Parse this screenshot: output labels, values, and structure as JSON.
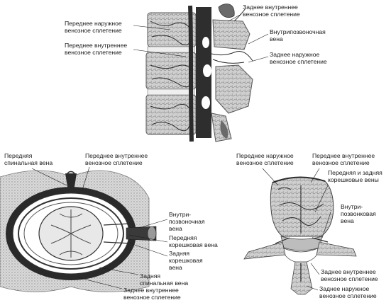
{
  "top_figure": {
    "labels": {
      "anterior_external_plexus_1": [
        "Переднее наружное",
        "венозное сплетение"
      ],
      "anterior_external_plexus_2": [
        "Переднее внутреннее",
        "венозное сплетение"
      ],
      "posterior_internal_plexus": [
        "Заднее внутреннее",
        "венозное сплетение"
      ],
      "intervertebral_vein": [
        "Внутрипозвоночная",
        "вена"
      ],
      "posterior_external_plexus": [
        "Заднее наружное",
        "венозное сплетение"
      ]
    }
  },
  "bottom_left_figure": {
    "labels": {
      "anterior_spinal_vein": [
        "Передняя",
        "спинальная вена"
      ],
      "anterior_internal_plexus": [
        "Переднее внутреннее",
        "венозное сплетение"
      ],
      "intervertebral_vein": [
        "Внутри-",
        "позвоночная",
        "вена"
      ],
      "anterior_radicular_vein": [
        "Передняя",
        "корешковая вена"
      ],
      "posterior_radicular_vein": [
        "Задняя",
        "корешковая",
        "вена"
      ],
      "posterior_spinal_vein": [
        "Задняя",
        "спинальная вена"
      ],
      "posterior_internal_plexus": [
        "Заднее внутреннее",
        "венозное сплетение"
      ]
    }
  },
  "bottom_right_figure": {
    "labels": {
      "anterior_external_plexus": [
        "Переднее наружное",
        "венозное сплетение"
      ],
      "anterior_internal_plexus": [
        "Переднее внутреннее",
        "венозное сплетение"
      ],
      "radicular_veins": [
        "Передняя и задняя",
        "корешковые вены"
      ],
      "intervertebral_vein": [
        "Внутри-",
        "позвонковая",
        "вена"
      ],
      "posterior_internal_plexus": [
        "Заднее внутреннее",
        "венозное сплетение"
      ],
      "posterior_external_plexus": [
        "Заднее наружное",
        "венозное сплетение"
      ]
    }
  },
  "colors": {
    "ink": "#1a1a1a",
    "bone": "#c9c9c9",
    "dark": "#2b2b2b"
  }
}
